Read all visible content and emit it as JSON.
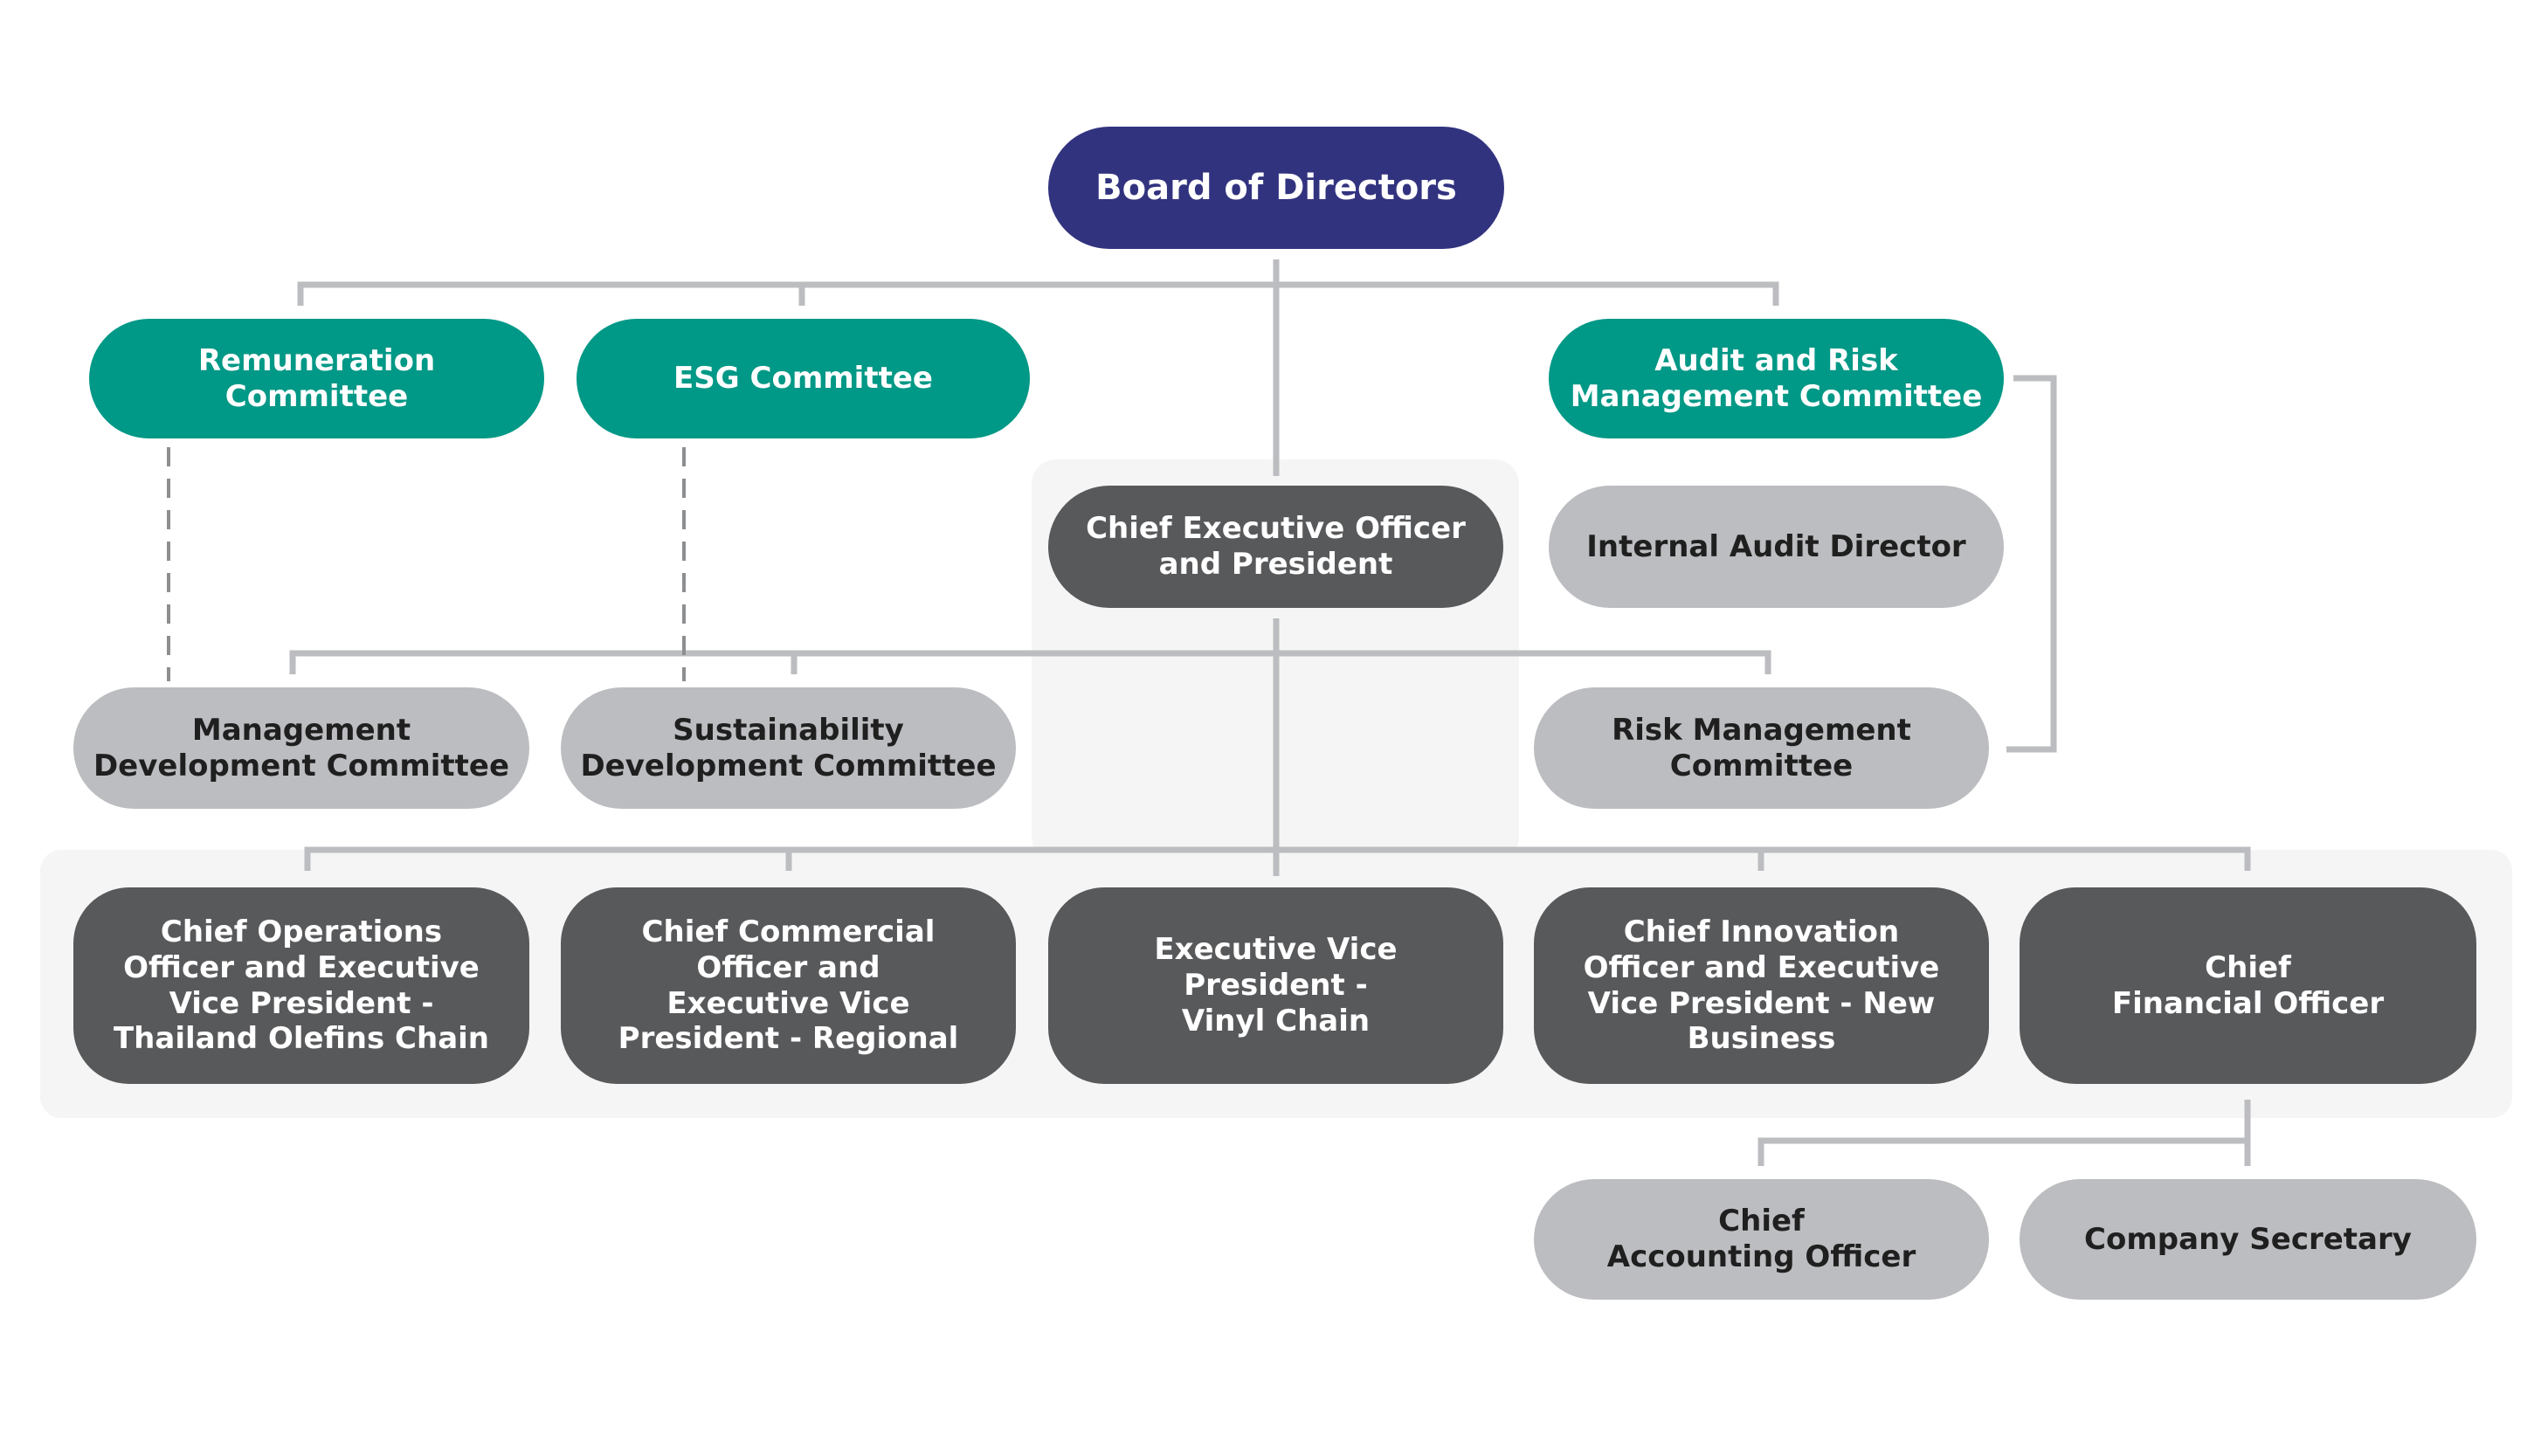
{
  "chart_title": "",
  "colors": {
    "board": "#32337f",
    "committee": "#009886",
    "executive": "#58595b",
    "management": "#bcbdc0",
    "connector": "#bcbdc0",
    "panel": "#f5f5f5"
  },
  "board": {
    "label": "Board of Directors"
  },
  "board_committees": [
    {
      "label": "Remuneration\nCommittee"
    },
    {
      "label": "ESG Committee"
    },
    {
      "label": "Audit and Risk\nManagement Committee"
    }
  ],
  "ceo": {
    "label": "Chief Executive Officer\nand President"
  },
  "internal_audit": {
    "label": "Internal Audit Director"
  },
  "management_committees": [
    {
      "label": "Management\nDevelopment Committee"
    },
    {
      "label": "Sustainability\nDevelopment Committee"
    },
    {
      "label": "Risk Management\nCommittee"
    }
  ],
  "executives": [
    {
      "label": "Chief Operations\nOfficer and Executive\nVice President -\nThailand Olefins Chain"
    },
    {
      "label": "Chief Commercial\nOfficer and\nExecutive Vice\nPresident - Regional"
    },
    {
      "label": "Executive Vice\nPresident -\nVinyl Chain"
    },
    {
      "label": "Chief Innovation\nOfficer and Executive\nVice President - New\nBusiness"
    },
    {
      "label": "Chief\nFinancial Officer"
    }
  ],
  "cfo_reports": [
    {
      "label": "Chief\nAccounting Officer"
    },
    {
      "label": "Company Secretary"
    }
  ]
}
